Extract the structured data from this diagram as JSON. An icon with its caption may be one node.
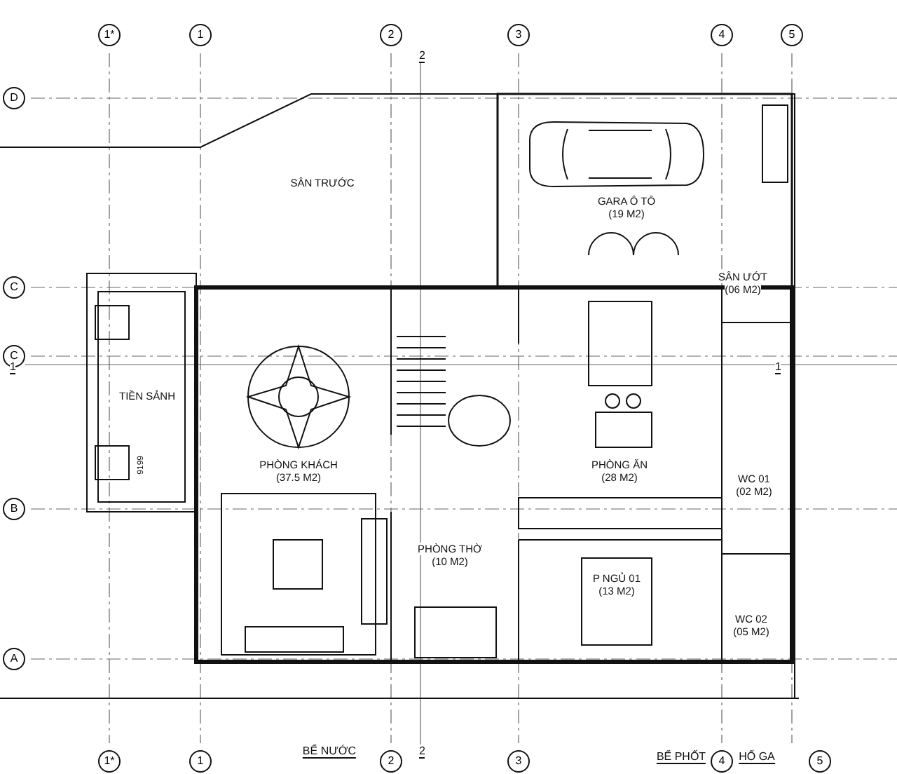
{
  "diagram": {
    "nodes": [
      {
        "text": [
          "SÂN TRƯỚC"
        ]
      },
      {
        "text": [
          "GARA Ô TÔ",
          "(19 M2)"
        ]
      },
      {
        "text": [
          "SÂN ƯỚT",
          "(06 M2)"
        ]
      },
      {
        "text": [
          "TIỀN SẢNH"
        ]
      },
      {
        "text": [
          "PHÒNG KHÁCH",
          "(37.5 M2)"
        ]
      },
      {
        "text": [
          "PHÒNG ĂN",
          "(28 M2)"
        ]
      },
      {
        "text": [
          "WC 01",
          "(02 M2)"
        ]
      },
      {
        "text": [
          "PHÒNG THỜ",
          "(10 M2)"
        ]
      },
      {
        "text": [
          "P NGỦ 01",
          "(13 M2)"
        ]
      },
      {
        "text": [
          "WC 02",
          "(05 M2)"
        ]
      }
    ],
    "labels": [
      "1*",
      "1",
      "2",
      "3",
      "4",
      "5",
      "2",
      "D",
      "C",
      "C",
      "1",
      "1",
      "B",
      "A",
      "9199",
      "1*",
      "1",
      "BỂ NƯỚC",
      "2",
      "2",
      "3",
      "BỂ PHỐT",
      "4",
      "HỐ GA",
      "5"
    ]
  }
}
